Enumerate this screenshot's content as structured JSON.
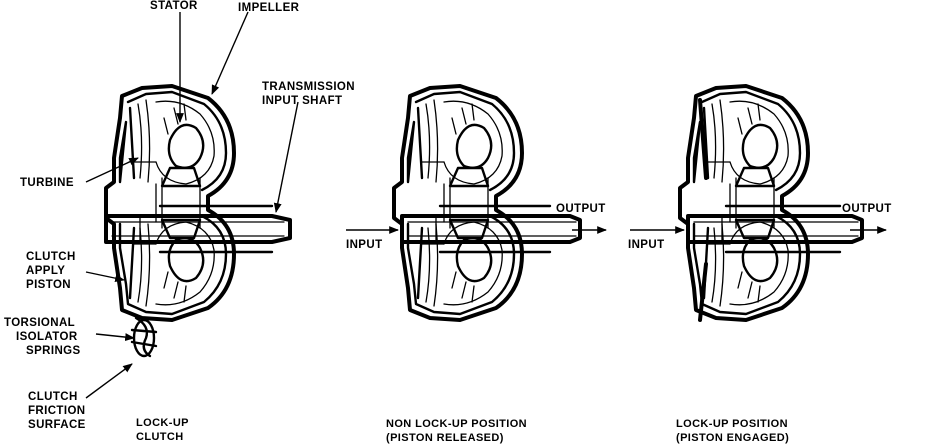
{
  "labels": {
    "stator": "STATOR",
    "impeller": "IMPELLER",
    "transmission_line1": "TRANSMISSION",
    "transmission_line2": "INPUT SHAFT",
    "turbine": "TURBINE",
    "clutch_apply_line1": "CLUTCH",
    "clutch_apply_line2": "APPLY",
    "clutch_apply_line3": "PISTON",
    "torsional_line1": "TORSIONAL",
    "torsional_line2": "ISOLATOR",
    "torsional_line3": "SPRINGS",
    "friction_line1": "CLUTCH",
    "friction_line2": "FRICTION",
    "friction_line3": "SURFACE",
    "output_middle": "OUTPUT",
    "input_middle": "INPUT",
    "output_right": "OUTPUT",
    "input_right": "INPUT"
  },
  "captions": {
    "left_line1": "LOCK-UP",
    "left_line2": "CLUTCH",
    "middle_line1": "NON LOCK-UP POSITION",
    "middle_line2": "(PISTON RELEASED)",
    "right_line1": "LOCK-UP POSITION",
    "right_line2": "(PISTON ENGAGED)"
  }
}
